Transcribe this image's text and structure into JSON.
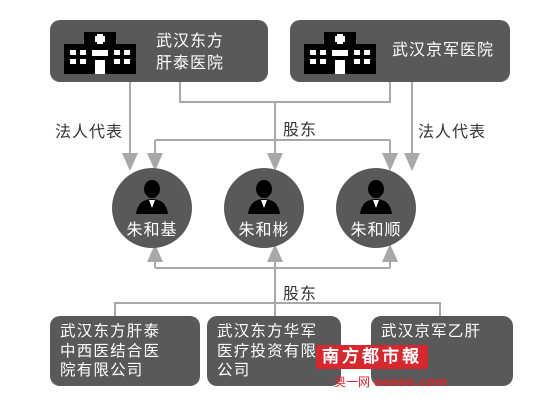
{
  "hospitals": [
    {
      "name": "武汉东方肝泰医院",
      "lines": [
        "武汉东方",
        "肝泰医院"
      ],
      "icon": "hospital-icon"
    },
    {
      "name": "武汉京军医院",
      "lines": [
        "武汉京军医院"
      ],
      "icon": "hospital-icon"
    }
  ],
  "people": [
    {
      "name": "朱和基",
      "icon": "person-icon"
    },
    {
      "name": "朱和彬",
      "icon": "person-icon"
    },
    {
      "name": "朱和顺",
      "icon": "person-icon"
    }
  ],
  "companies": [
    {
      "name": "武汉东方肝泰中西医结合医院有限公司",
      "lines": [
        "武汉东方肝泰",
        "中西医结合医",
        "院有限公司"
      ]
    },
    {
      "name": "武汉东方华军医疗投资有限公司",
      "lines": [
        "武汉东方华军",
        "医疗投资有限",
        "公司"
      ]
    },
    {
      "name": "武汉京军乙肝",
      "lines": [
        "武汉京军乙肝"
      ]
    }
  ],
  "edges": {
    "legal_rep_left": "法人代表",
    "shareholder_top": "股东",
    "legal_rep_right": "法人代表",
    "shareholder_bottom": "股东"
  },
  "watermark": {
    "brand": "南方都市報",
    "site_prefix": "奥一网",
    "site_domain": "oeeee.com"
  },
  "colors": {
    "box": "#58595b",
    "line": "#a6a8ab",
    "brand_red": "#d6282f"
  }
}
